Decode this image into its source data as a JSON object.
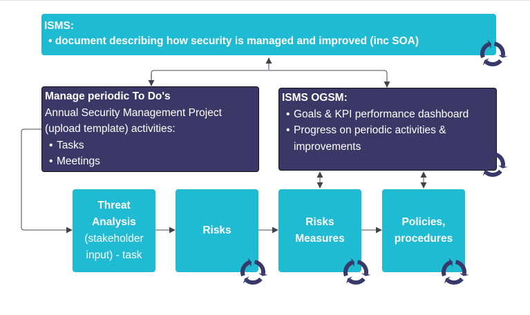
{
  "isms": {
    "title": "ISMS:",
    "bullet": "document describing how security is managed and improved (inc SOA)"
  },
  "todo": {
    "title": "Manage periodic To Do's",
    "line1": "Annual Security Management Project",
    "line2": "(upload template) activities:",
    "items": [
      "Tasks",
      "Meetings"
    ]
  },
  "ogsm": {
    "title": "ISMS OGSM:",
    "items": [
      "Goals & KPI performance dashboard",
      "Progress on periodic activities &",
      "improvements"
    ]
  },
  "steps": [
    {
      "title_line1": "Threat",
      "title_line2": "Analysis",
      "sub_line1": "(stakeholder",
      "sub_line2": "input) - task"
    },
    {
      "title_line1": "Risks"
    },
    {
      "title_line1": "Risks",
      "title_line2": "Measures"
    },
    {
      "title_line1": "Policies,",
      "title_line2": "procedures"
    }
  ],
  "bullet_char": "•",
  "icons": {
    "cycle": "cycle-arrows-icon",
    "arrow": "arrow-connector"
  },
  "colors": {
    "teal": "#1EBBD3",
    "dark": "#3B3868",
    "connector": "#555b63",
    "cycle": "#38386a"
  }
}
